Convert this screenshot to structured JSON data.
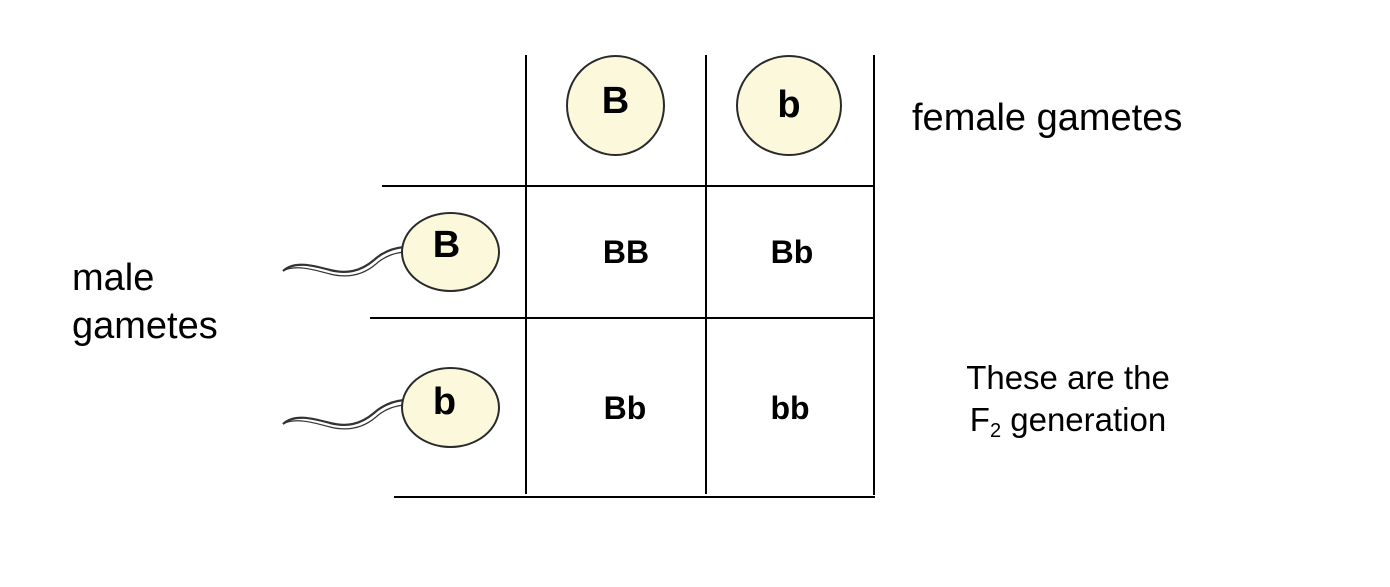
{
  "female": {
    "label": "female gametes",
    "gametes": [
      "B",
      "b"
    ]
  },
  "male": {
    "label_line1": "male",
    "label_line2": "gametes",
    "gametes": [
      "B",
      "b"
    ]
  },
  "grid": {
    "cells": [
      [
        "BB",
        "Bb"
      ],
      [
        "Bb",
        "bb"
      ]
    ]
  },
  "note": {
    "line1": "These are the",
    "line2_prefix": "F",
    "line2_sub": "2",
    "line2_suffix": " generation"
  }
}
